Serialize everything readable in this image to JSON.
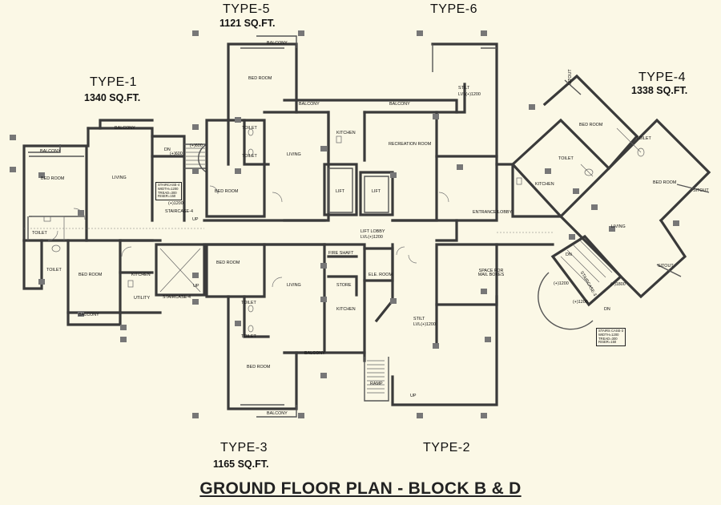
{
  "title": "GROUND FLOOR PLAN - BLOCK B & D",
  "unit_types": [
    {
      "id": "type1",
      "name": "TYPE-1",
      "area": "1340 SQ.FT."
    },
    {
      "id": "type5",
      "name": "TYPE-5",
      "area": "1121 SQ.FT."
    },
    {
      "id": "type6",
      "name": "TYPE-6",
      "area": ""
    },
    {
      "id": "type4",
      "name": "TYPE-4",
      "area": "1338 SQ.FT."
    },
    {
      "id": "type3",
      "name": "TYPE-3",
      "area": "1165 SQ.FT."
    },
    {
      "id": "type2",
      "name": "TYPE-2",
      "area": ""
    }
  ],
  "rooms": {
    "balcony": "BALCONY",
    "bed_room": "BED ROOM",
    "living": "LIVING",
    "toilet": "TOILET",
    "kitchen": "KITCHEN",
    "utility": "UTILITY",
    "lift": "LIFT",
    "recreation_room": "RECREATION ROOM",
    "entrance_lobby": "ENTRANCE LOBBY",
    "lift_lobby": "LIFT LOBBY",
    "fire_shaft": "FIRE SHAFT",
    "ele_room": "ELE. ROOM",
    "store": "STORE",
    "space_for_mail_boxes": "SPACE FOR MAIL BOXES",
    "stilt": "STILT",
    "ramp": "RAMP",
    "sitout": "SITOUT",
    "dn": "DN",
    "up": "UP",
    "level": "LVL(+)1200"
  },
  "staircases": {
    "staircase4_name": "STAIRCASE-4",
    "staircase4_spec": [
      "STAIRCASE-4",
      "WIDTH=1200",
      "TREAD=300",
      "RISER=150"
    ],
    "staircase3_name": "STAIRCASE-3",
    "staircase3_spec": [
      "STAIRS CASE-3",
      "WIDTH=1200",
      "TREAD=300",
      "RISER=150"
    ],
    "levels": [
      "(+)600",
      "(+)600",
      "(+)1200",
      "(+)1200",
      "(+)1800"
    ]
  },
  "colors": {
    "background": "#fbf8e6",
    "wall": "#3a3a3a",
    "column": "#777777",
    "text": "#111111"
  }
}
